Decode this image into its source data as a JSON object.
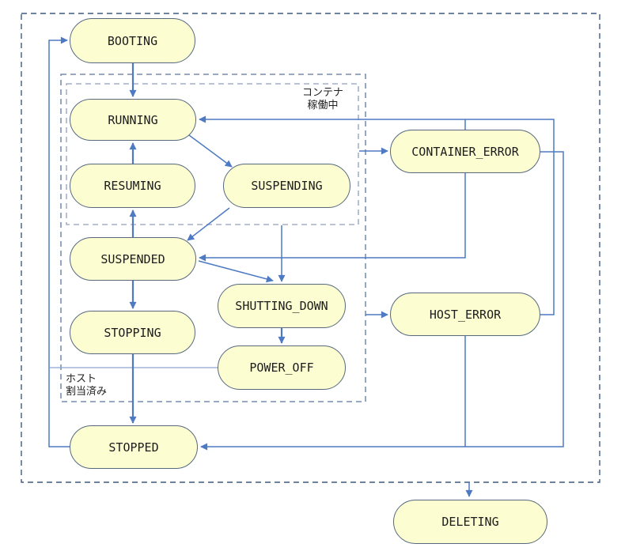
{
  "colors": {
    "edge": "#4d7ac2",
    "edge_light": "#8aa5d2",
    "node_fill": "#fdfdd2",
    "node_border": "#56697f",
    "outer_border": "#3d5c82",
    "host_border": "#5b779f",
    "container_border": "#a3b0c6",
    "text": "#1c1c1c"
  },
  "states": {
    "booting": {
      "label": "BOOTING"
    },
    "running": {
      "label": "RUNNING"
    },
    "resuming": {
      "label": "RESUMING"
    },
    "suspending": {
      "label": "SUSPENDING"
    },
    "container_error": {
      "label": "CONTAINER_ERROR"
    },
    "suspended": {
      "label": "SUSPENDED"
    },
    "shutting_down": {
      "label": "SHUTTING_DOWN"
    },
    "stopping": {
      "label": "STOPPING"
    },
    "host_error": {
      "label": "HOST_ERROR"
    },
    "power_off": {
      "label": "POWER_OFF"
    },
    "stopped": {
      "label": "STOPPED"
    },
    "deleting": {
      "label": "DELETING"
    }
  },
  "zones": {
    "container_running": {
      "label_line1": "コンテナ",
      "label_line2": "稼働中"
    },
    "host_allocated": {
      "label_line1": "ホスト",
      "label_line2": "割当済み"
    }
  },
  "transitions": [
    {
      "from": "stopped",
      "to": "booting"
    },
    {
      "from": "power_off",
      "to": "booting"
    },
    {
      "from": "booting",
      "to": "running"
    },
    {
      "from": "resuming",
      "to": "running"
    },
    {
      "from": "suspended",
      "to": "resuming"
    },
    {
      "from": "running",
      "to": "suspending"
    },
    {
      "from": "suspending",
      "to": "suspended"
    },
    {
      "from": "container_running_zone",
      "to": "shutting_down"
    },
    {
      "from": "suspended",
      "to": "shutting_down"
    },
    {
      "from": "suspended",
      "to": "stopping"
    },
    {
      "from": "stopping",
      "to": "stopped"
    },
    {
      "from": "shutting_down",
      "to": "power_off"
    },
    {
      "from": "container_running_zone",
      "to": "container_error"
    },
    {
      "from": "container_error",
      "to": "running"
    },
    {
      "from": "container_error",
      "to": "suspended"
    },
    {
      "from": "container_error",
      "to": "stopped"
    },
    {
      "from": "host_allocated_zone",
      "to": "host_error"
    },
    {
      "from": "host_error",
      "to": "running"
    },
    {
      "from": "host_error",
      "to": "stopped"
    },
    {
      "from": "outer_zone",
      "to": "deleting"
    }
  ]
}
